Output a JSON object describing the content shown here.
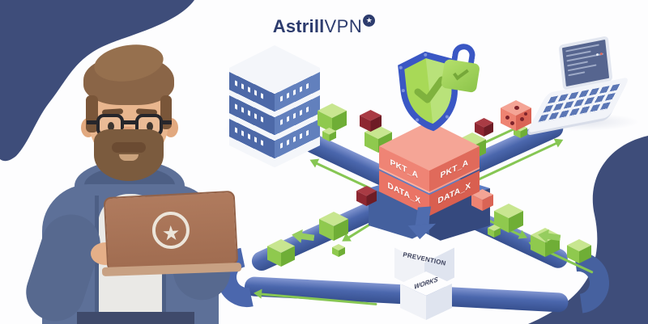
{
  "brand": {
    "bold": "Astrill",
    "regular": "VPN",
    "mark_glyph": "★"
  },
  "packet_stack": {
    "top_left": "PKT_A",
    "top_right": "PKT_A",
    "bottom_left": "DATA_X",
    "bottom_right": "DATA_X"
  },
  "labels": {
    "prevention": "PREVENTION",
    "works": "WORKS"
  },
  "icons": {
    "brand_mark": "star-circle",
    "security": "shield-check",
    "lock": "padlock-check",
    "threat": "dice",
    "character_laptop_logo": "star",
    "flow": "green-arrow"
  },
  "colors": {
    "corner_blob": "#3e4d7a",
    "logo_text": "#2d3c6e",
    "tube_blue": "#4b67ad",
    "packet_salmon": "#ee8372",
    "safe_green": "#8fc94e",
    "threat_red": "#8e2731",
    "shield_green": "#a8d957",
    "shield_border": "#3a57c4",
    "laptop_brown": "#a9765a"
  }
}
